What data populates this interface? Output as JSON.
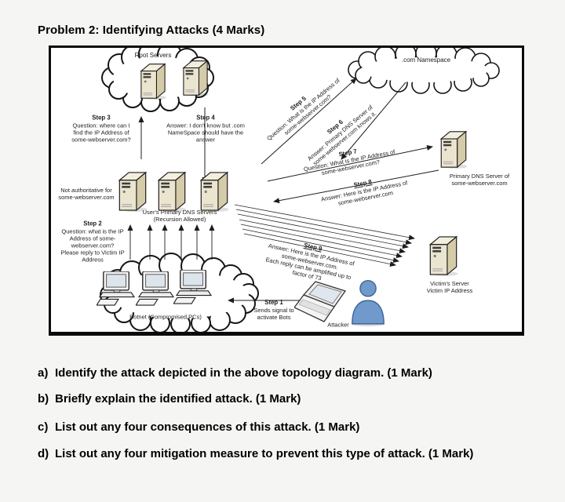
{
  "title": "Problem 2: Identifying Attacks (4 Marks)",
  "diagram": {
    "clouds": {
      "root": "Root Servers",
      "namespace": ".com Namespace",
      "botnet": "Botnet (Compromised PCs)"
    },
    "labels": {
      "not_authoritative_1": "Not authoritative for",
      "not_authoritative_2": "some-webserver.com",
      "users_dns_1": "User's Primary DNS Servers",
      "users_dns_2": "(Recursion Allowed)",
      "primary_dns_1": "Primary DNS Server of",
      "primary_dns_2": "some-webserver.com",
      "victim_1": "Victim's Server",
      "victim_2": "Victim IP Address",
      "attacker": "Attacker"
    },
    "steps": {
      "s1": {
        "t": "Step 1",
        "l1": "Sends signal to",
        "l2": "activate Bots"
      },
      "s2": {
        "t": "Step 2",
        "l1": "Question: what is the IP",
        "l2": "Address of some-",
        "l3": "webserver.com?",
        "l4": "Please reply to Victim IP",
        "l5": "Address"
      },
      "s3": {
        "t": "Step 3",
        "l1": "Question: where can I",
        "l2": "find the IP Address of",
        "l3": "some-webserver.com?"
      },
      "s4": {
        "t": "Step 4",
        "l1": "Answer: I don't know but .com",
        "l2": "NameSpace should have the",
        "l3": "answer"
      },
      "s5": {
        "t": "Step 5",
        "l1": "Question: What is the IP Address of",
        "l2": "some-webserver.com?"
      },
      "s6": {
        "t": "Step 6",
        "l1": "Answer: Primary DNS Server of",
        "l2": "some-webserver.com knows it."
      },
      "s7": {
        "t": "Step 7",
        "l1": "Question: What is the IP Address of",
        "l2": "some-webserver.com?"
      },
      "s8": {
        "t": "Step 8",
        "l1": "Answer: Here is the IP Address of",
        "l2": "some-webserver.com"
      },
      "s9": {
        "t": "Step 9",
        "l1": "Answer: Here is the IP Address of",
        "l2": "some-webserver.com.",
        "l3": "Each reply can be amplified up to",
        "l4": "factor of 73"
      }
    },
    "icons": {
      "server": "server-tower-icon",
      "pc": "desktop-pc-icon",
      "laptop": "laptop-icon",
      "person": "attacker-person-icon",
      "cloud": "cloud-shape"
    },
    "colors": {
      "server_front": "#ebe4cf",
      "server_side": "#d5cba9",
      "person_blue": "#7099cc",
      "screen": "#dfe6ee",
      "outline": "#1c1c1c"
    }
  },
  "questions": [
    {
      "label": "a)",
      "text": "Identify the attack depicted in the above topology diagram. (1 Mark)"
    },
    {
      "label": "b)",
      "text": "Briefly explain the identified attack. (1 Mark)"
    },
    {
      "label": "c)",
      "text": "List out any four consequences of this attack. (1 Mark)"
    },
    {
      "label": "d)",
      "text": "List out any four mitigation measure to prevent this type of attack. (1 Mark)"
    }
  ]
}
